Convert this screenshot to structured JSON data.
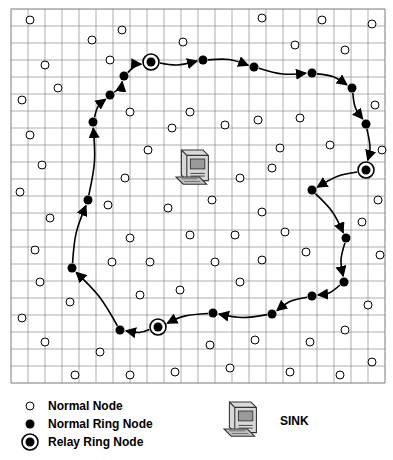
{
  "diagram": {
    "legend": [
      {
        "text": "Normal Node"
      },
      {
        "text": "Normal Ring Node"
      },
      {
        "text": "Relay Ring Node"
      },
      {
        "text": "SINK"
      }
    ]
  }
}
